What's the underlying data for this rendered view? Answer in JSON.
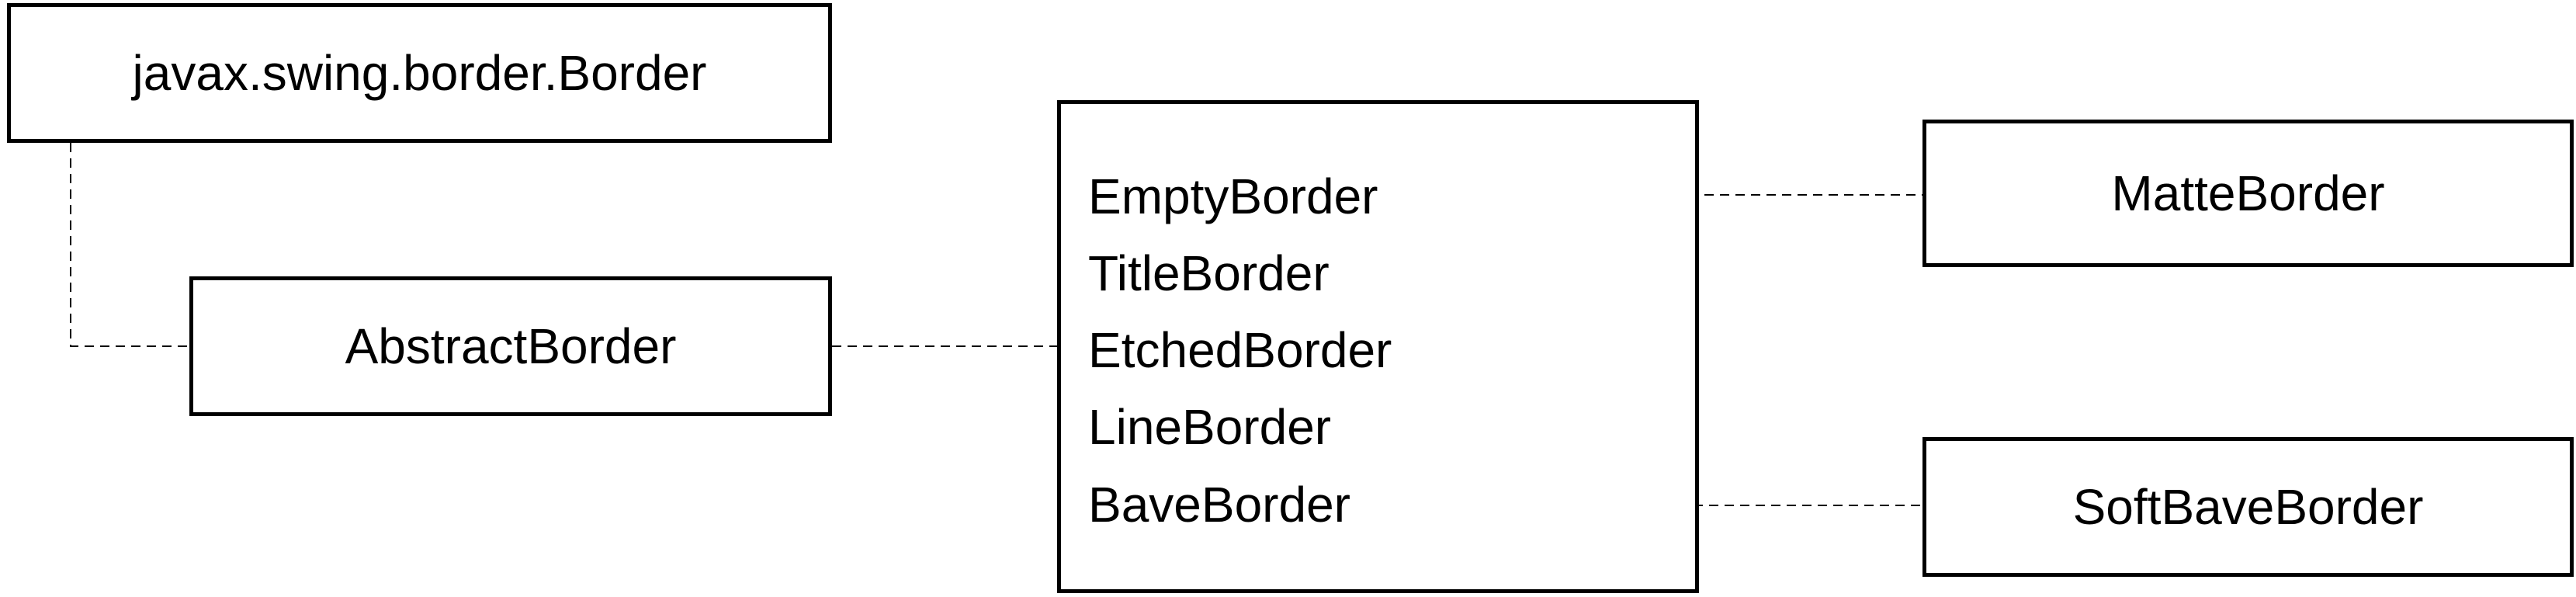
{
  "boxes": {
    "border": {
      "label": "javax.swing.border.Border"
    },
    "abstract_border": {
      "label": "AbstractBorder"
    },
    "subclasses": {
      "items": [
        "EmptyBorder",
        "TitleBorder",
        "EtchedBorder",
        "LineBorder",
        "BaveBorder"
      ]
    },
    "matte_border": {
      "label": "MatteBorder"
    },
    "soft_bave_border": {
      "label": "SoftBaveBorder"
    }
  },
  "style": {
    "line_color": "#000000",
    "connector_style": "dashed"
  }
}
